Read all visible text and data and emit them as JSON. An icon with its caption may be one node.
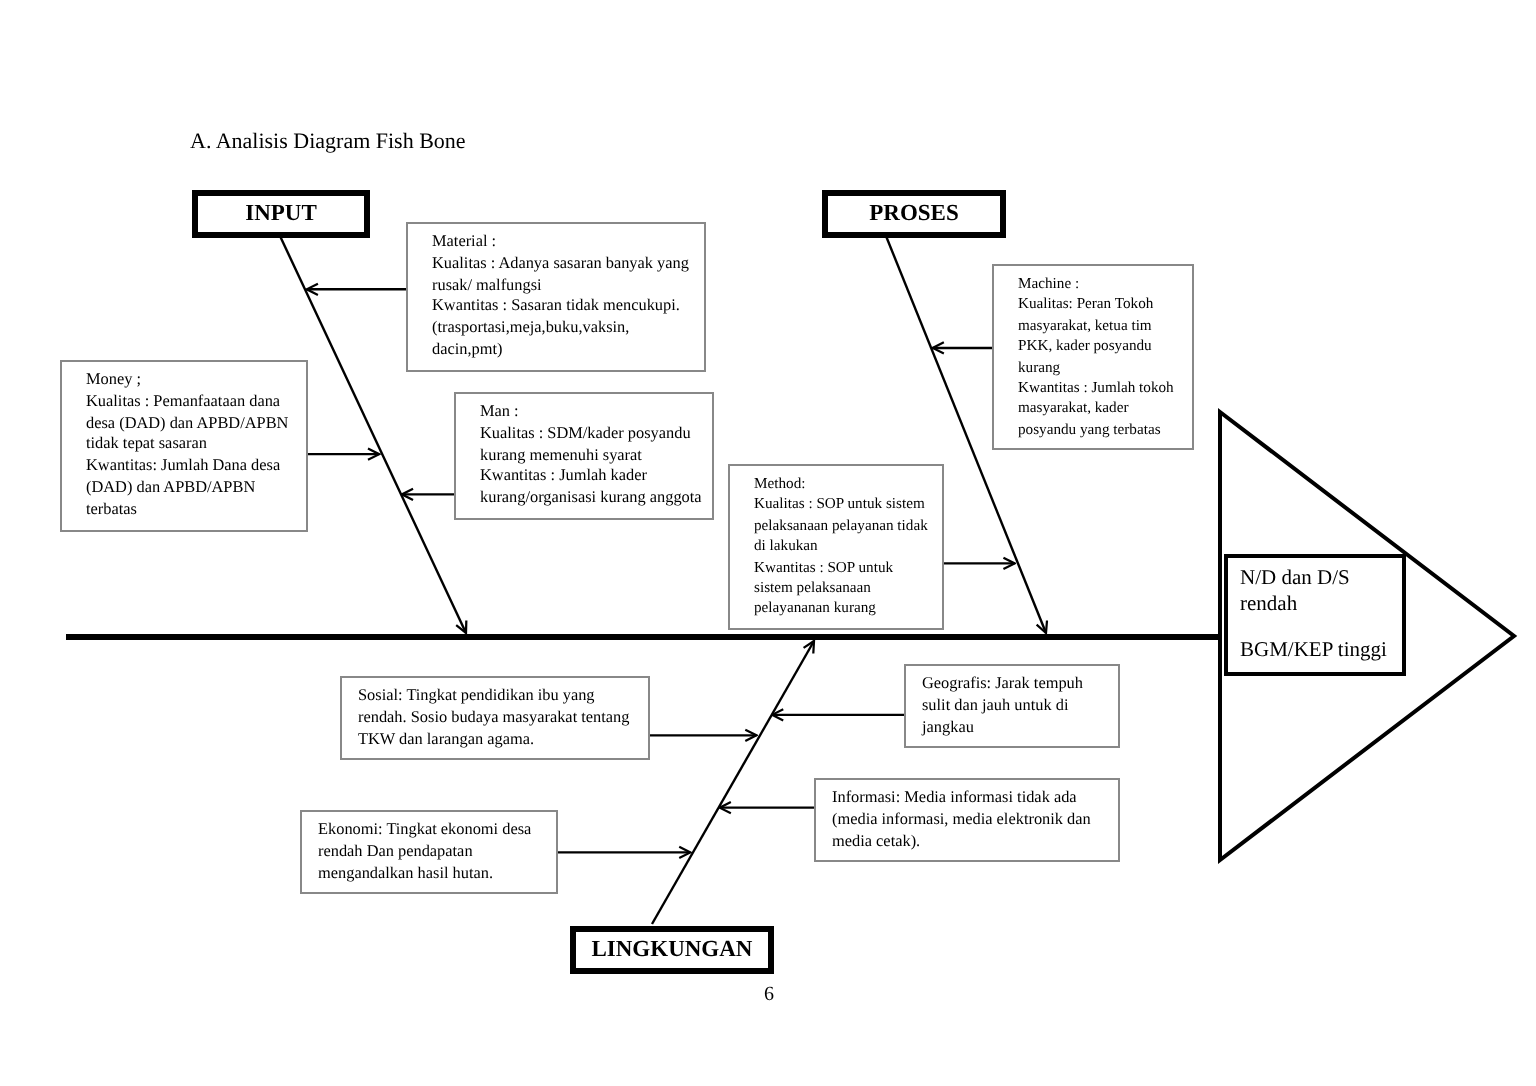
{
  "diagram": {
    "title": "A. Analisis Diagram Fish Bone",
    "nodes": [
      {
        "text": [
          "INPUT"
        ]
      },
      {
        "text": [
          "Material :",
          "Kualitas : Adanya sasaran banyak yang rusak/ malfungsi",
          "Kwantitas : Sasaran tidak mencukupi. (trasportasi,meja,buku,vaksin, dacin,pmt)"
        ]
      },
      {
        "text": [
          "Money ;",
          "Kualitas : Pemanfaataan dana desa (DAD) dan APBD/APBN tidak tepat sasaran",
          "Kwantitas: Jumlah Dana desa (DAD) dan APBD/APBN terbatas"
        ]
      },
      {
        "text": [
          "Man :",
          "Kualitas  : SDM/kader posyandu kurang memenuhi syarat",
          "Kwantitas : Jumlah kader kurang/organisasi kurang anggota"
        ]
      },
      {
        "text": [
          "PROSES"
        ]
      },
      {
        "text": [
          "Machine :",
          "Kualitas: Peran Tokoh masyarakat, ketua tim PKK, kader posyandu kurang",
          "Kwantitas : Jumlah tokoh masyarakat, kader posyandu yang terbatas"
        ]
      },
      {
        "text": [
          "Method:",
          "Kualitas : SOP untuk sistem pelaksanaan pelayanan tidak di lakukan",
          "Kwantitas : SOP untuk sistem pelaksanaan pelayananan kurang"
        ]
      },
      {
        "text": [],
        "shape": "triangle"
      },
      {
        "text": [
          "N/D dan D/S rendah",
          "BGM/KEP tinggi"
        ],
        "in": 7
      },
      {
        "text": [
          "Sosial: Tingkat pendidikan ibu yang rendah. Sosio budaya masyarakat tentang TKW dan larangan agama."
        ]
      },
      {
        "text": [
          "Geografis: Jarak tempuh sulit dan jauh untuk di jangkau"
        ]
      },
      {
        "text": [
          "Informasi:  Media informasi tidak ada (media informasi, media elektronik dan media cetak)."
        ]
      },
      {
        "text": [
          "Ekonomi: Tingkat  ekonomi desa rendah Dan  pendapatan mengandalkan hasil hutan."
        ]
      },
      {
        "text": [
          "LINGKUNGAN"
        ]
      },
      {
        "text": [],
        "shape": "bar"
      }
    ],
    "edges": [
      {
        "from": 0,
        "to": 14,
        "arrow": "to"
      },
      {
        "from": 1,
        "to": null,
        "arrow": "to"
      },
      {
        "from": 2,
        "to": null,
        "arrow": "to"
      },
      {
        "from": 3,
        "to": null,
        "arrow": "to"
      },
      {
        "from": 4,
        "to": 14,
        "arrow": "to"
      },
      {
        "from": 5,
        "to": null,
        "arrow": "to"
      },
      {
        "from": 6,
        "to": null,
        "arrow": "to"
      },
      {
        "from": 13,
        "to": 14,
        "arrow": "to"
      },
      {
        "from": 9,
        "to": null,
        "arrow": "to"
      },
      {
        "from": 10,
        "to": null,
        "arrow": "to"
      },
      {
        "from": 11,
        "to": null,
        "arrow": "to"
      },
      {
        "from": 12,
        "to": null,
        "arrow": "to"
      }
    ],
    "labels": [
      "6"
    ]
  }
}
